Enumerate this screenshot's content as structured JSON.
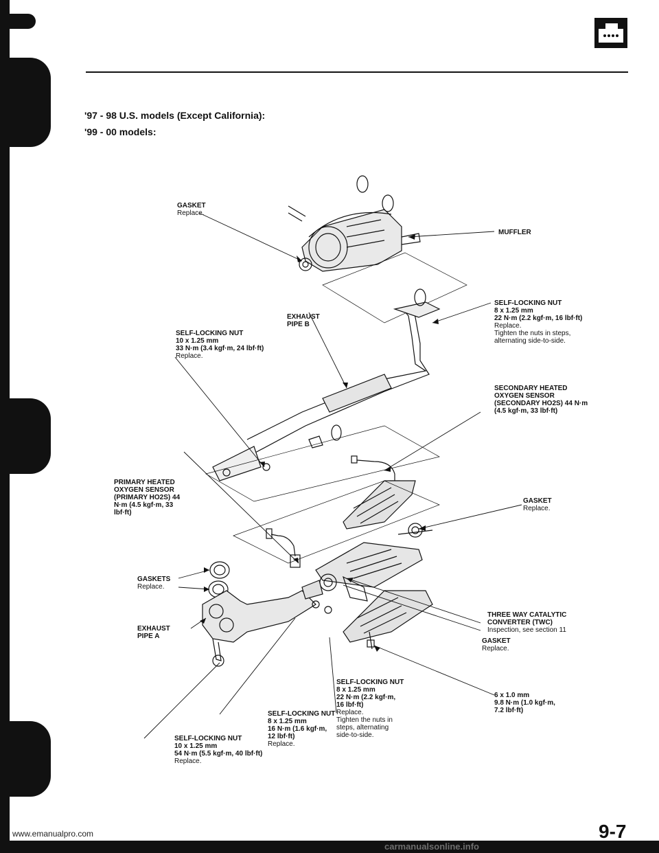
{
  "header": {
    "icon": "engine-icon",
    "models": [
      "'97 - 98 U.S. models (Except California):",
      "'99 - 00 models:"
    ]
  },
  "labels": {
    "gasket_muffler": {
      "title": "GASKET",
      "lines": [
        "Replace."
      ]
    },
    "muffler": {
      "title": "MUFFLER",
      "lines": []
    },
    "exhaust_pipe_b": {
      "title": "EXHAUST PIPE B",
      "lines": []
    },
    "self_locking_nut_b_right": {
      "title": "SELF-LOCKING NUT",
      "specs": [
        "8 x 1.25 mm",
        "22 N·m (2.2 kgf·m, 16 lbf·ft)"
      ],
      "notes": [
        "Replace.",
        "Tighten the nuts in steps,",
        "alternating side-to-side."
      ]
    },
    "self_locking_nut_b_left": {
      "title": "SELF-LOCKING NUT",
      "specs": [
        "10 x 1.25 mm",
        "33 N·m (3.4 kgf·m, 24 lbf·ft)"
      ],
      "notes": [
        "Replace."
      ]
    },
    "secondary_ho2s": {
      "title": "SECONDARY HEATED OXYGEN SENSOR (SECONDARY HO2S) 44 N·m (4.5 kgf·m, 33 lbf·ft)"
    },
    "primary_ho2s": {
      "title": "PRIMARY HEATED OXYGEN SENSOR (PRIMARY HO2S) 44 N·m (4.5 kgf·m, 33 lbf·ft)"
    },
    "gasket_twc_upper": {
      "title": "GASKET",
      "lines": [
        "Replace."
      ]
    },
    "twc": {
      "title": "THREE WAY CATALYTIC CONVERTER (TWC)",
      "lines": [
        "Inspection, see section 11"
      ]
    },
    "gaskets_pipe_a": {
      "title": "GASKETS",
      "lines": [
        "Replace."
      ]
    },
    "exhaust_pipe_a": {
      "title": "EXHAUST PIPE A",
      "lines": []
    },
    "gasket_twc_lower": {
      "title": "GASKET",
      "lines": [
        "Replace."
      ]
    },
    "self_locking_nut_twc": {
      "title": "SELF-LOCKING NUT",
      "specs": [
        "8 x 1.25 mm",
        "22 N·m (2.2 kgf·m,",
        "16 lbf·ft)"
      ],
      "notes": [
        "Replace.",
        "Tighten the nuts in",
        "steps, alternating",
        "side-to-side."
      ]
    },
    "bolt_heat_shield": {
      "specs": [
        "6 x 1.0 mm",
        "9.8 N·m (1.0 kgf·m,",
        "7.2 lbf·ft)"
      ]
    },
    "self_locking_nut_pipe_a_flange": {
      "title": "SELF-LOCKING NUT",
      "specs": [
        "8 x 1.25 mm",
        "16 N·m (1.6 kgf·m,",
        "12 lbf·ft)"
      ],
      "notes": [
        "Replace."
      ]
    },
    "self_locking_nut_manifold": {
      "title": "SELF-LOCKING NUT",
      "specs": [
        "10 x 1.25 mm",
        "54 N·m (5.5 kgf·m, 40 lbf·ft)"
      ],
      "notes": [
        "Replace."
      ]
    }
  },
  "page_number": "9-7",
  "footer": {
    "url": "www.emanualpro.com",
    "watermark": "carmanualsonline.info"
  }
}
